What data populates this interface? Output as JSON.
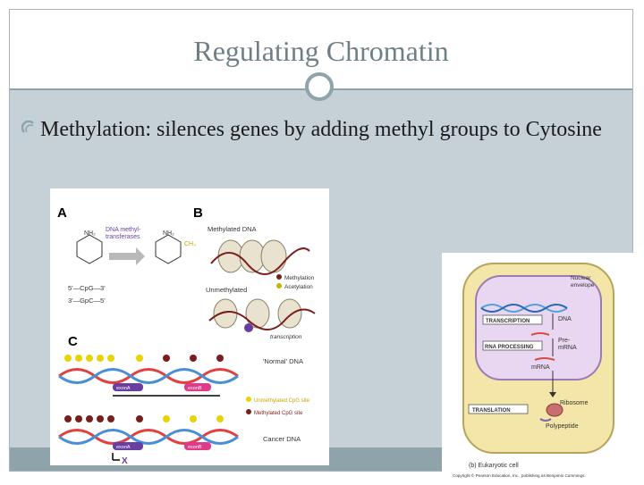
{
  "slide": {
    "title": "Regulating Chromatin",
    "bullet": "Methylation:  silences genes by adding methyl groups to Cytosine"
  },
  "figure_a": {
    "panel_a": "A",
    "panel_b": "B",
    "panel_c": "C",
    "enzyme": "DNA methyl-\ntransferases",
    "nh2_left": "NH₂",
    "nh2_right": "NH₂",
    "ch3": "CH₃",
    "cpg_top": "5'—CpG—3'",
    "cpg_bottom": "3'—GpC—5'",
    "methylated_dna": "Methylated DNA",
    "unmethylated": "Unmethylated",
    "legend_methylation": "Methylation",
    "legend_acetylation": "Acetylation",
    "transcription": "transcription",
    "normal_dna": "'Normal' DNA",
    "exon_a": "exonA",
    "exon_b": "exonB",
    "unmethylated_cpg": "Unmethylated CpG site",
    "methylated_cpg": "Methylated CpG site",
    "cancer_dna": "Cancer DNA",
    "block": "X"
  },
  "figure_b": {
    "nuclear_envelope": "Nuclear envelope",
    "transcription": "TRANSCRIPTION",
    "dna": "DNA",
    "rna_processing": "RNA PROCESSING",
    "pre_mrna": "Pre-mRNA",
    "mrna": "mRNA",
    "ribosome": "Ribosome",
    "translation": "TRANSLATION",
    "polypeptide": "Polypeptide",
    "caption": "(b) Eukaryotic cell",
    "copyright": "Copyright © Pearson Education, Inc., publishing as Benjamin Cummings."
  },
  "colors": {
    "background": "#c5d1d6",
    "accent": "#8fa3aa",
    "title": "#6e7f86"
  }
}
